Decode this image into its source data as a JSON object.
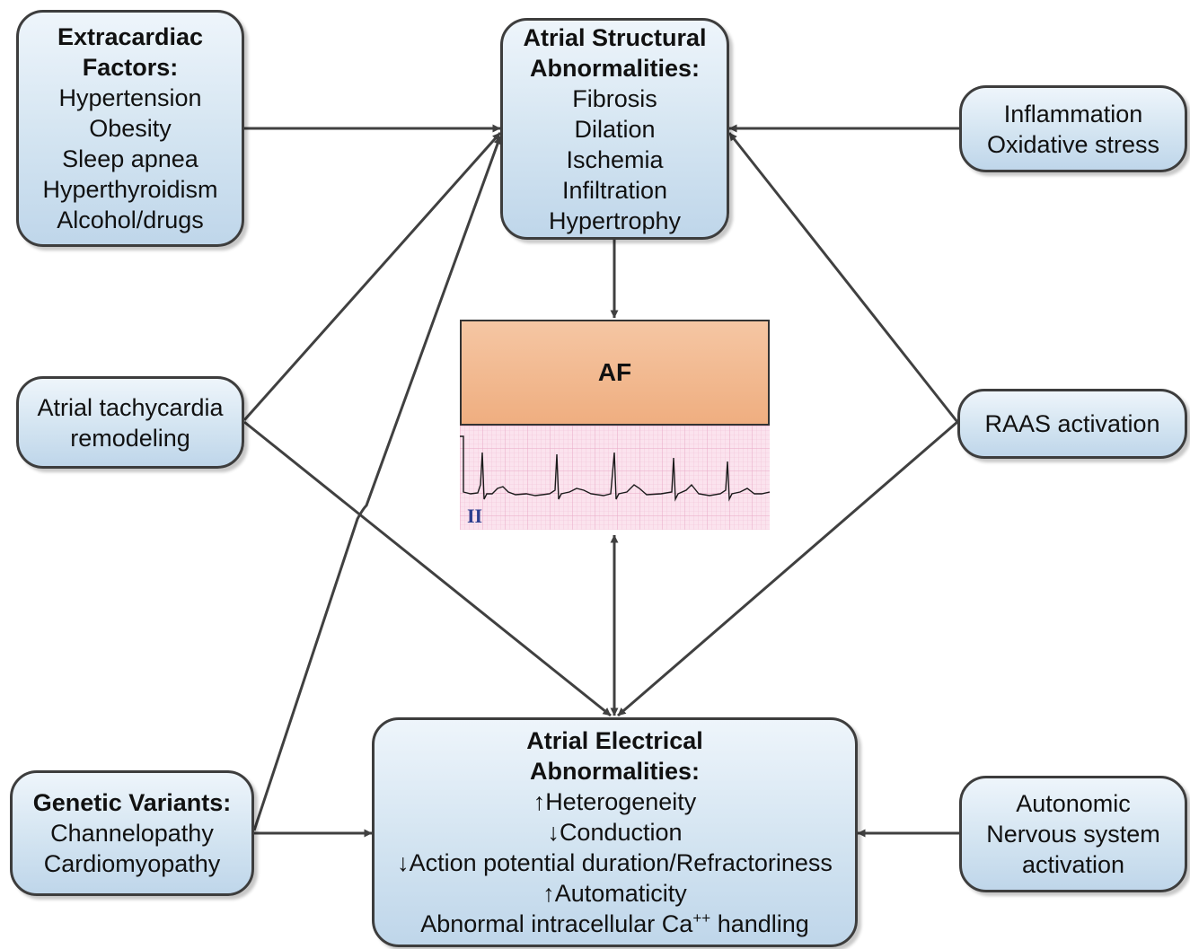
{
  "nodes": {
    "extracardiac": {
      "title": [
        "Extracardiac",
        "Factors:"
      ],
      "items": [
        "Hypertension",
        "Obesity",
        "Sleep apnea",
        "Hyperthyroidism",
        "Alcohol/drugs"
      ]
    },
    "structural": {
      "title": [
        "Atrial Structural",
        "Abnormalities:"
      ],
      "items": [
        "Fibrosis",
        "Dilation",
        "Ischemia",
        "Infiltration",
        "Hypertrophy"
      ]
    },
    "inflammation": {
      "items": [
        "Inflammation",
        "Oxidative stress"
      ]
    },
    "tachycardia": {
      "items": [
        "Atrial tachycardia",
        "remodeling"
      ]
    },
    "raas": {
      "items": [
        "RAAS activation"
      ]
    },
    "genetic": {
      "title": [
        "Genetic Variants:"
      ],
      "items": [
        "Channelopathy",
        "Cardiomyopathy"
      ]
    },
    "electrical": {
      "title": [
        "Atrial Electrical",
        "Abnormalities:"
      ],
      "items": [
        "↑Heterogeneity",
        "↓Conduction",
        "↓Action potential duration/Refractoriness",
        "↑Automaticity"
      ],
      "calcium_prefix": "Abnormal intracellular Ca",
      "calcium_sup": "++",
      "calcium_suffix": " handling"
    },
    "autonomic": {
      "items": [
        "Autonomic",
        "Nervous system",
        "activation"
      ]
    },
    "af": {
      "label": "AF",
      "ecg_lead": "II"
    }
  },
  "edges": [
    {
      "from": "extracardiac",
      "to": "structural",
      "arrow": "end"
    },
    {
      "from": "inflammation",
      "to": "structural",
      "arrow": "end"
    },
    {
      "from": "tachycardia",
      "to": "structural",
      "arrow": "end"
    },
    {
      "from": "genetic",
      "to": "structural",
      "arrow": "end"
    },
    {
      "from": "raas",
      "to": "structural",
      "arrow": "end"
    },
    {
      "from": "structural",
      "to": "af",
      "arrow": "end"
    },
    {
      "from": "tachycardia",
      "to": "electrical",
      "arrow": "end"
    },
    {
      "from": "raas",
      "to": "electrical",
      "arrow": "end"
    },
    {
      "from": "genetic",
      "to": "electrical",
      "arrow": "end"
    },
    {
      "from": "autonomic",
      "to": "electrical",
      "arrow": "end"
    },
    {
      "from": "af",
      "to": "electrical",
      "arrow": "both"
    }
  ],
  "colors": {
    "box_fill": "#d3e4f1",
    "box_border": "#3d3d3d",
    "af_fill": "#efae80",
    "ecg_grid": "#e8a9c6",
    "ecg_background": "#fbe3ee",
    "connector": "#404040"
  }
}
